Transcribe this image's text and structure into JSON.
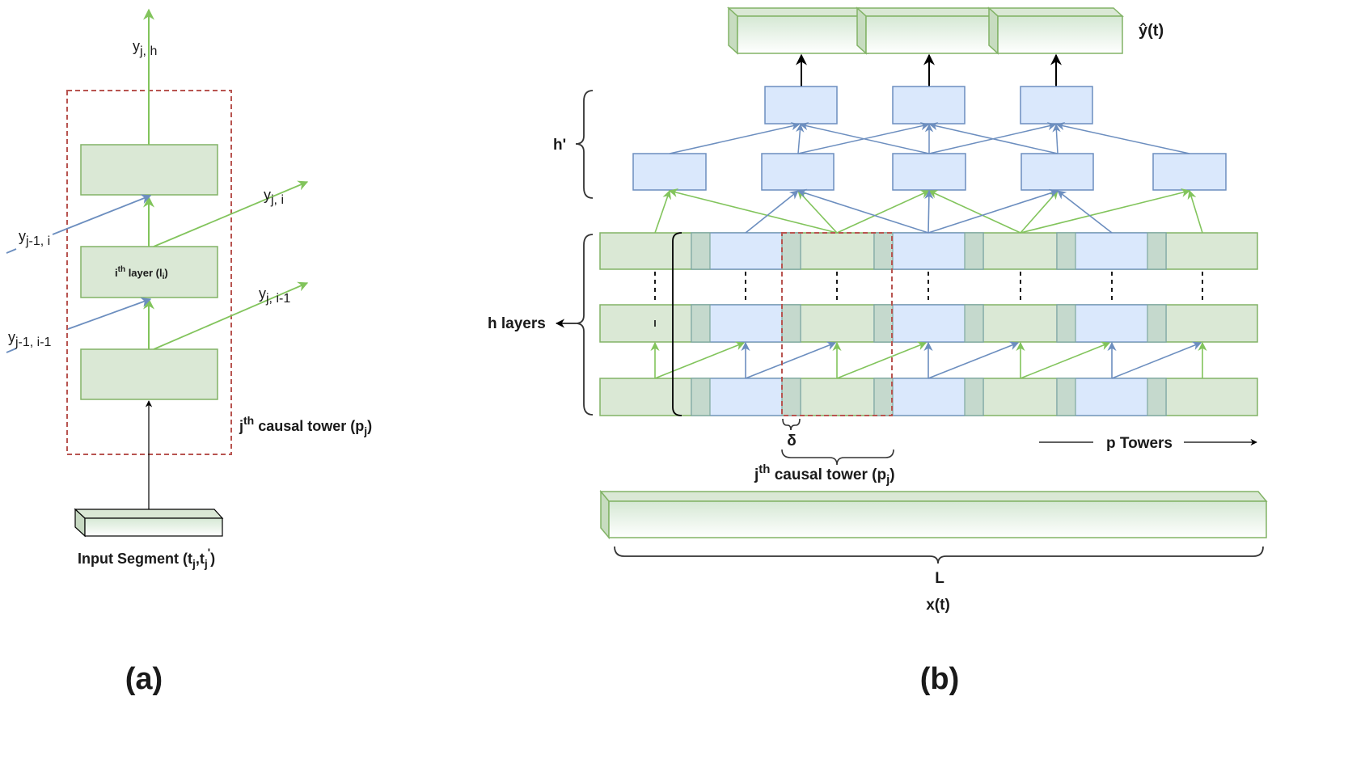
{
  "colors": {
    "green_fill": "#dae8d5",
    "green_stroke": "#82b366",
    "green_arrow": "#82c45c",
    "blue_fill": "#dae8fc",
    "blue_stroke": "#6c8ebf",
    "red_dashed": "#b85450",
    "black": "#000000"
  },
  "panel_a": {
    "output_label": {
      "main": "y",
      "sub": "j, h"
    },
    "layer_label": {
      "pre": "i",
      "sup": "th",
      "mid": " layer (l",
      "sub": "i",
      "post": ")"
    },
    "label_yj_i": {
      "main": "y",
      "sub": "j, i"
    },
    "label_yj_im1": {
      "main": "y",
      "sub": "j, i-1"
    },
    "label_yjm1_i": {
      "main": "y",
      "sub": "j-1, i"
    },
    "label_yjm1_im1": {
      "main": "y",
      "sub": "j-1, i-1"
    },
    "tower_label": {
      "pre": "j",
      "sup": "th",
      "mid": " causal tower (p",
      "sub": "j",
      "post": ")"
    },
    "input_label": {
      "pre": "Input Segment (t",
      "sub1": "j",
      "comma": ",t",
      "sub2": "j",
      "sup2": "'",
      "post": ")"
    },
    "caption": "(a)"
  },
  "panel_b": {
    "output_label": "ŷ(t)",
    "h_prime_label": "h'",
    "h_layers_label": "h layers",
    "delta_label": "δ",
    "p_towers_label": "p Towers",
    "tower_label": {
      "pre": "j",
      "sup": "th",
      "mid": " causal tower (p",
      "sub": "j",
      "post": ")"
    },
    "length_label": "L",
    "input_label": "x(t)",
    "caption": "(b)"
  }
}
